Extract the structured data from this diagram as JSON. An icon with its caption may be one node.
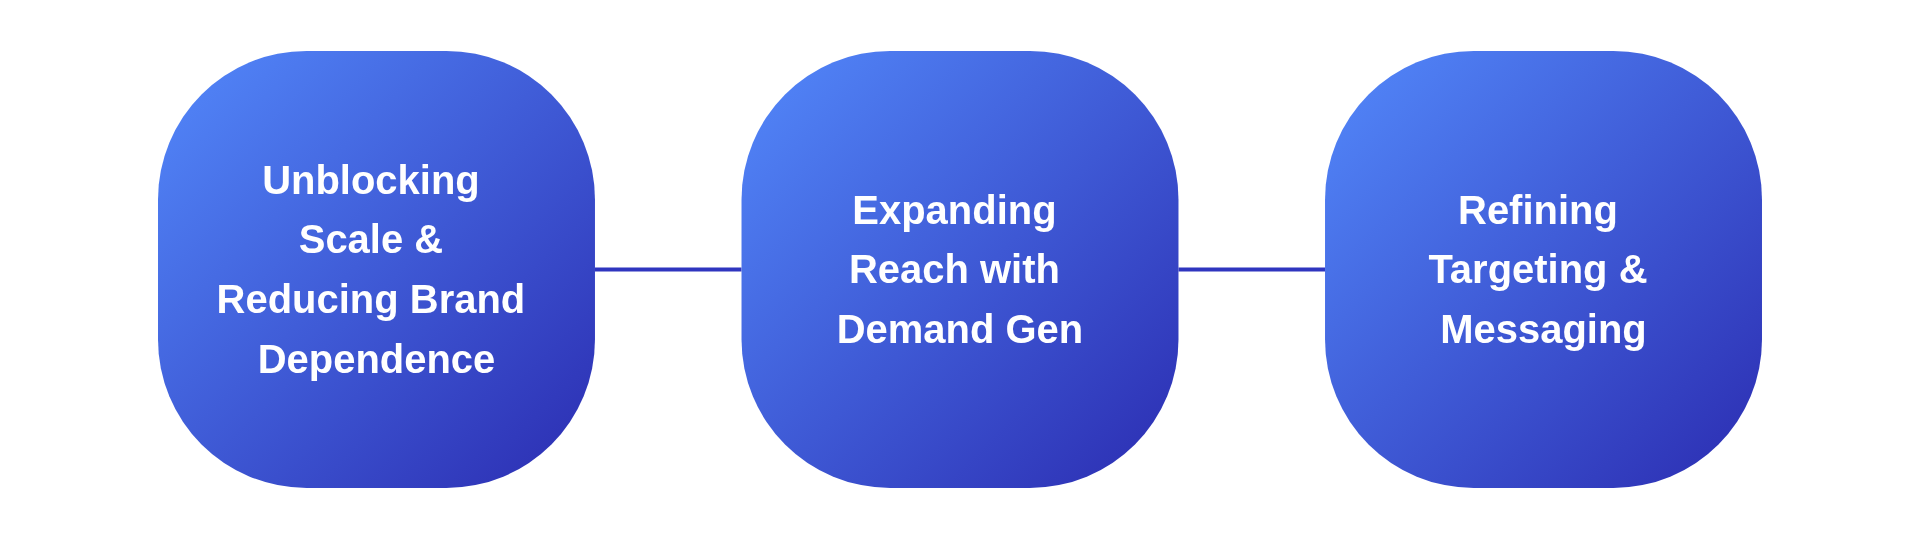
{
  "diagram": {
    "nodes": [
      {
        "text": [
          "Unblocking Scale & Reducing Brand Dependence"
        ]
      },
      {
        "text": [
          "Expanding Reach with Demand Gen"
        ]
      },
      {
        "text": [
          "Refining Targeting & Messaging"
        ]
      }
    ],
    "edges": [
      {
        "from": 0,
        "to": 1,
        "arrow": "none"
      },
      {
        "from": 1,
        "to": 2,
        "arrow": "none"
      }
    ]
  }
}
